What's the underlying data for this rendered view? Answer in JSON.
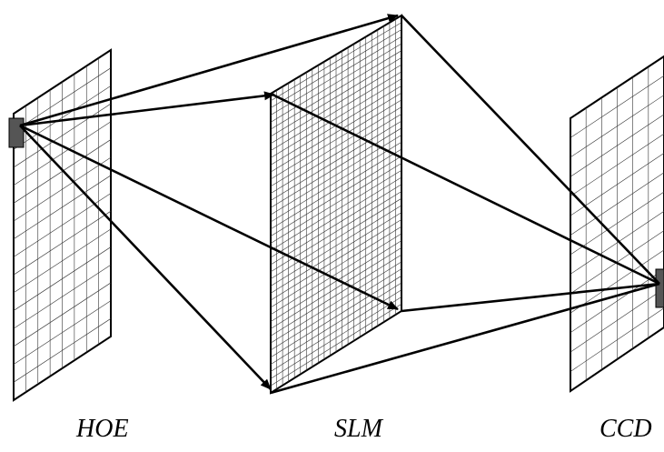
{
  "labels": {
    "hoe": "HOE",
    "slm": "SLM",
    "ccd": "CCD"
  },
  "colors": {
    "line": "#000000",
    "grid": "#333333",
    "background": "#ffffff"
  }
}
